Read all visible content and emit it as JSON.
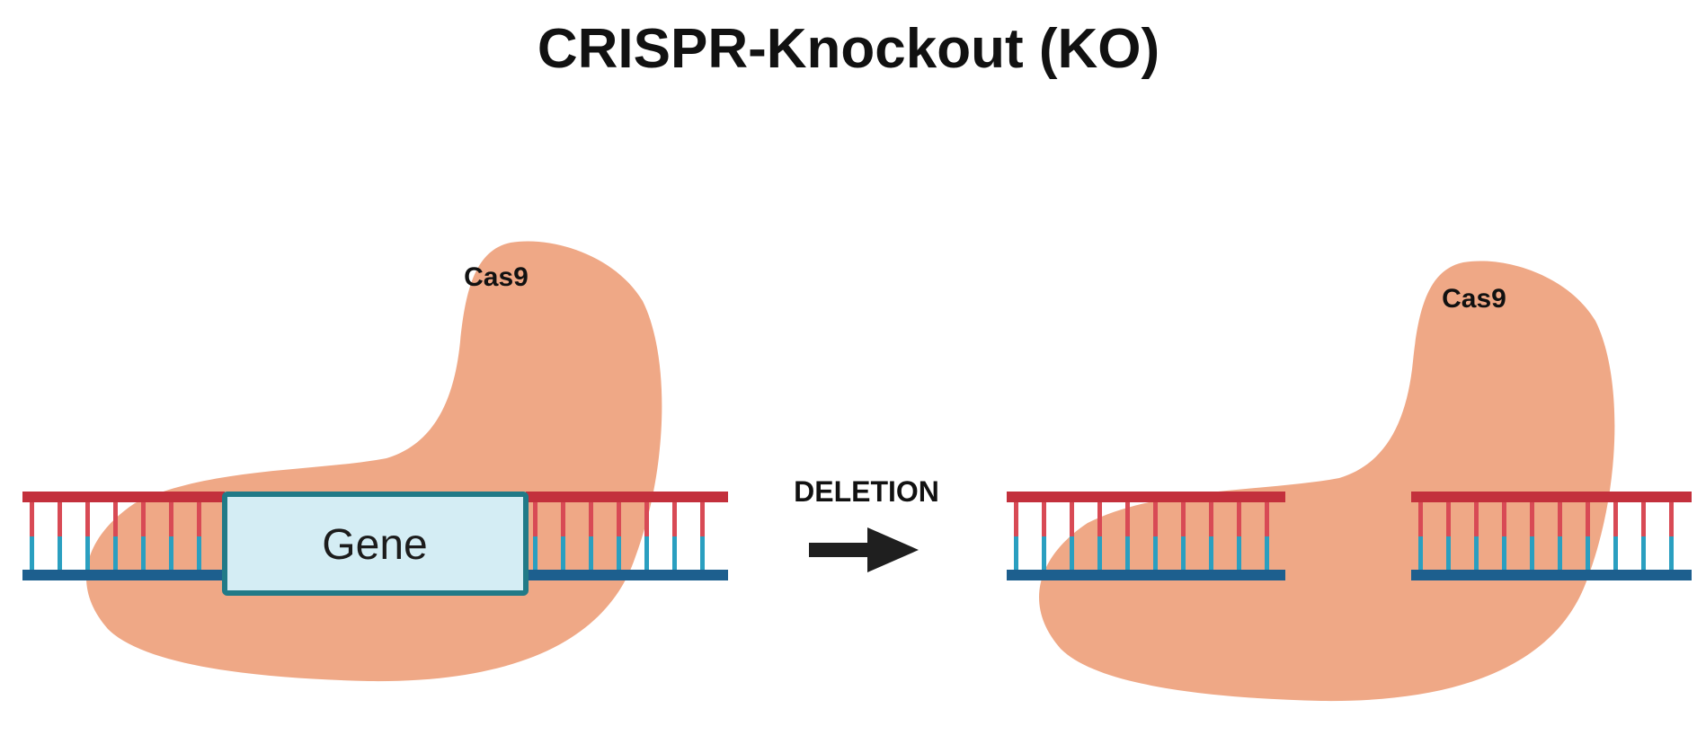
{
  "title": "CRISPR-Knockout (KO)",
  "left_panel": {
    "protein_label": "Cas9",
    "gene_label": "Gene"
  },
  "transition": {
    "label": "DELETION",
    "icon": "right-arrow-icon"
  },
  "right_panel": {
    "protein_label": "Cas9"
  },
  "colors": {
    "cas9": "#efa886",
    "strand_top": "#c3303c",
    "strand_bottom": "#1d5f8e",
    "rung_top": "#d84a55",
    "rung_bottom": "#2a9fc0",
    "gene_fill": "#d4edf4",
    "gene_border": "#217a87",
    "arrow": "#1f1f1f"
  }
}
